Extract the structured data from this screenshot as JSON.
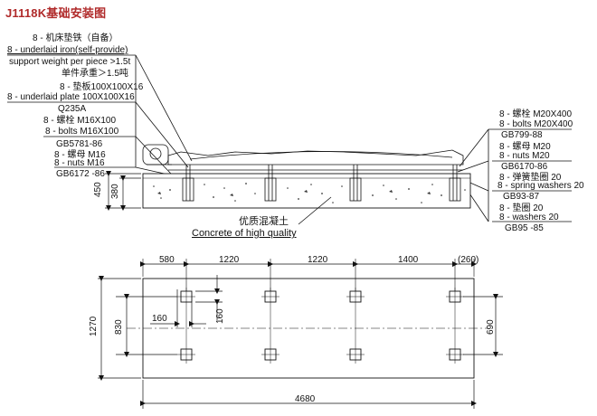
{
  "title": "J1118K基础安装图",
  "left_notes": {
    "l1": "8 - 机床垫铁（自备）",
    "l2": "8 - underlaid iron(self-provide)",
    "l3": "support weight per piece >1.5t",
    "l4": "单件承重＞1.5吨",
    "l5": "8 - 垫板100X100X16",
    "l6": "8 - underlaid plate 100X100X16",
    "l7": "Q235A",
    "l8": "8 - 螺栓 M16X100",
    "l9": "8 - bolts M16X100",
    "l10": "GB5781-86",
    "l11": "8 - 螺母 M16",
    "l12": "8 - nuts M16",
    "l13": "GB6172 -86"
  },
  "right_notes": {
    "r1": "8 - 螺栓 M20X400",
    "r2": "8 - bolts M20X400",
    "r3": "GB799-88",
    "r4": "8 - 螺母 M20",
    "r5": "8 - nuts M20",
    "r6": "GB6170-86",
    "r7": "8 - 弹簧垫圈 20",
    "r8": "8 - spring washers 20",
    "r9": "GB93-87",
    "r10": "8 - 垫圈 20",
    "r11": "8 - washers 20",
    "r12": "GB95 -85"
  },
  "concrete": {
    "cn": "优质混凝土",
    "en": "Concrete of high quality"
  },
  "section_dims": {
    "d450": "450",
    "d380": "380"
  },
  "plan_dims": {
    "top": [
      "580",
      "1220",
      "1220",
      "1400",
      "(260)"
    ],
    "left_outer": "1270",
    "left_inner": "830",
    "right": "690",
    "bottom": "4680",
    "small_h": "160",
    "small_v": "160"
  }
}
